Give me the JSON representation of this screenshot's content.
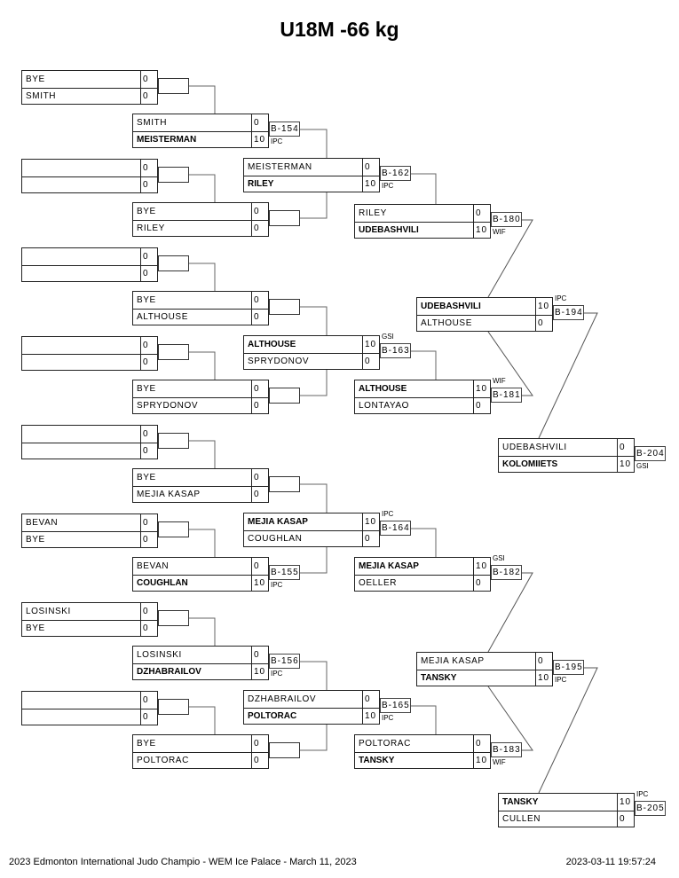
{
  "title": "U18M -66 kg",
  "footer": {
    "event": "2023 Edmonton International Judo Champio - WEM Ice Palace - March 11, 2023",
    "printed": "2023-03-11 19:57:24"
  },
  "rounds": [
    {
      "name": "round-1",
      "matches": [
        {
          "white": {
            "name": "BYE",
            "score": "0"
          },
          "blue": {
            "name": "SMITH",
            "score": "0"
          }
        },
        {
          "white": {
            "name": "",
            "score": "0"
          },
          "blue": {
            "name": "",
            "score": "0"
          }
        },
        {
          "white": {
            "name": "",
            "score": "0"
          },
          "blue": {
            "name": "",
            "score": "0"
          }
        },
        {
          "white": {
            "name": "",
            "score": "0"
          },
          "blue": {
            "name": "",
            "score": "0"
          }
        },
        {
          "white": {
            "name": "",
            "score": "0"
          },
          "blue": {
            "name": "",
            "score": "0"
          }
        },
        {
          "white": {
            "name": "BEVAN",
            "score": "0"
          },
          "blue": {
            "name": "BYE",
            "score": "0"
          }
        },
        {
          "white": {
            "name": "LOSINSKI",
            "score": "0"
          },
          "blue": {
            "name": "BYE",
            "score": "0"
          }
        },
        {
          "white": {
            "name": "",
            "score": "0"
          },
          "blue": {
            "name": "",
            "score": "0"
          }
        }
      ]
    },
    {
      "name": "round-2",
      "matches": [
        {
          "white": {
            "name": "SMITH",
            "score": "0"
          },
          "blue": {
            "name": "MEISTERMAN",
            "score": "10",
            "winner": true
          },
          "bout": "B-154",
          "result": "IPC"
        },
        {
          "white": {
            "name": "BYE",
            "score": "0"
          },
          "blue": {
            "name": "RILEY",
            "score": "0"
          }
        },
        {
          "white": {
            "name": "BYE",
            "score": "0"
          },
          "blue": {
            "name": "ALTHOUSE",
            "score": "0"
          }
        },
        {
          "white": {
            "name": "BYE",
            "score": "0"
          },
          "blue": {
            "name": "SPRYDONOV",
            "score": "0"
          }
        },
        {
          "white": {
            "name": "BYE",
            "score": "0"
          },
          "blue": {
            "name": "MEJIA KASAP",
            "score": "0"
          }
        },
        {
          "white": {
            "name": "BEVAN",
            "score": "0"
          },
          "blue": {
            "name": "COUGHLAN",
            "score": "10",
            "winner": true
          },
          "bout": "B-155",
          "result": "IPC"
        },
        {
          "white": {
            "name": "LOSINSKI",
            "score": "0"
          },
          "blue": {
            "name": "DZHABRAILOV",
            "score": "10",
            "winner": true
          },
          "bout": "B-156",
          "result": "IPC"
        },
        {
          "white": {
            "name": "BYE",
            "score": "0"
          },
          "blue": {
            "name": "POLTORAC",
            "score": "0"
          }
        }
      ]
    },
    {
      "name": "round-3",
      "matches": [
        {
          "white": {
            "name": "MEISTERMAN",
            "score": "0"
          },
          "blue": {
            "name": "RILEY",
            "score": "10",
            "winner": true
          },
          "bout": "B-162",
          "result": "IPC"
        },
        {
          "white": {
            "name": "ALTHOUSE",
            "score": "10",
            "winner": true
          },
          "blue": {
            "name": "SPRYDONOV",
            "score": "0"
          },
          "bout": "B-163",
          "result": "GSI"
        },
        {
          "white": {
            "name": "MEJIA KASAP",
            "score": "10",
            "winner": true
          },
          "blue": {
            "name": "COUGHLAN",
            "score": "0"
          },
          "bout": "B-164",
          "result": "IPC"
        },
        {
          "white": {
            "name": "DZHABRAILOV",
            "score": "0"
          },
          "blue": {
            "name": "POLTORAC",
            "score": "10",
            "winner": true
          },
          "bout": "B-165",
          "result": "IPC"
        }
      ]
    },
    {
      "name": "round-4",
      "matches": [
        {
          "white": {
            "name": "RILEY",
            "score": "0"
          },
          "blue": {
            "name": "UDEBASHVILI",
            "score": "10",
            "winner": true
          },
          "bout": "B-180",
          "result": "WIF"
        },
        {
          "white": {
            "name": "ALTHOUSE",
            "score": "10",
            "winner": true
          },
          "blue": {
            "name": "LONTAYAO",
            "score": "0"
          },
          "bout": "B-181",
          "result": "WIF"
        },
        {
          "white": {
            "name": "MEJIA KASAP",
            "score": "10",
            "winner": true
          },
          "blue": {
            "name": "OELLER",
            "score": "0"
          },
          "bout": "B-182",
          "result": "GSI"
        },
        {
          "white": {
            "name": "POLTORAC",
            "score": "0"
          },
          "blue": {
            "name": "TANSKY",
            "score": "10",
            "winner": true
          },
          "bout": "B-183",
          "result": "WIF"
        }
      ]
    },
    {
      "name": "semifinal",
      "matches": [
        {
          "white": {
            "name": "UDEBASHVILI",
            "score": "10",
            "winner": true
          },
          "blue": {
            "name": "ALTHOUSE",
            "score": "0"
          },
          "bout": "B-194",
          "result": "IPC"
        },
        {
          "white": {
            "name": "MEJIA KASAP",
            "score": "0"
          },
          "blue": {
            "name": "TANSKY",
            "score": "10",
            "winner": true
          },
          "bout": "B-195",
          "result": "IPC"
        }
      ]
    },
    {
      "name": "final",
      "matches": [
        {
          "white": {
            "name": "UDEBASHVILI",
            "score": "0"
          },
          "blue": {
            "name": "KOLOMIIETS",
            "score": "10",
            "winner": true
          },
          "bout": "B-204",
          "result": "GSI"
        },
        {
          "white": {
            "name": "TANSKY",
            "score": "10",
            "winner": true
          },
          "blue": {
            "name": "CULLEN",
            "score": "0"
          },
          "bout": "B-205",
          "result": "IPC"
        }
      ]
    }
  ]
}
